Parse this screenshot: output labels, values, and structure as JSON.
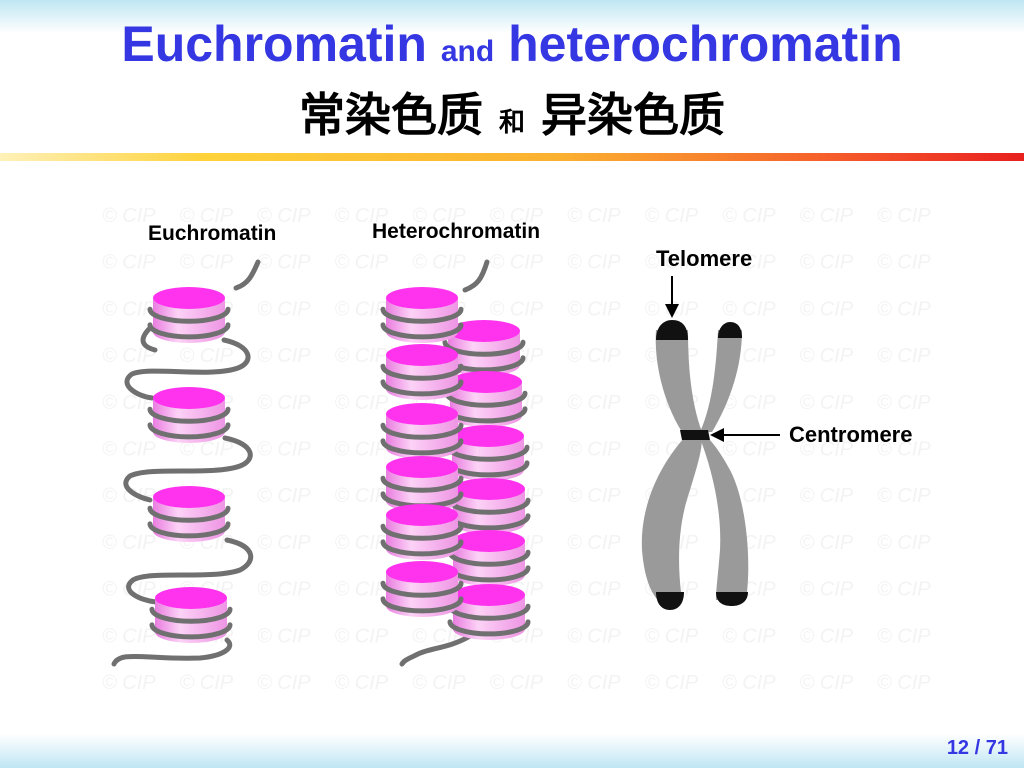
{
  "title": {
    "en_part1": "Euchromatin",
    "en_and": "and",
    "en_part2": "heterochromatin",
    "cn_part1": "常染色质",
    "cn_and": "和",
    "cn_part2": "异染色质"
  },
  "labels": {
    "euchromatin": "Euchromatin",
    "heterochromatin": "Heterochromatin",
    "telomere": "Telomere",
    "centromere": "Centromere"
  },
  "watermark": "© CIP",
  "page": {
    "current": "12",
    "separator": "/",
    "total": "71"
  },
  "colors": {
    "title_blue": "#3437e2",
    "nucleosome_magenta": "#ff33ee",
    "nucleosome_pink": "#f6b5ee",
    "dna_gray": "#707070",
    "chromosome_gray": "#9a9a9a"
  }
}
